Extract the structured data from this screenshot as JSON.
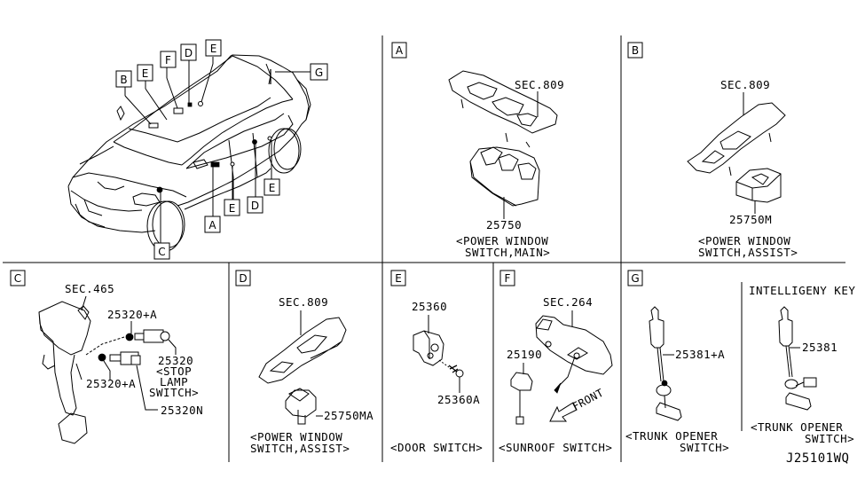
{
  "diagram_code": "J25101WQ",
  "overview": {
    "callouts": [
      "B",
      "E",
      "F",
      "D",
      "E",
      "G",
      "A",
      "E",
      "D",
      "E",
      "C"
    ]
  },
  "panels": {
    "A": {
      "label": "A",
      "ref": "SEC.809",
      "part": "25750",
      "caption_line1": "<POWER WINDOW",
      "caption_line2": "SWITCH,MAIN>"
    },
    "B": {
      "label": "B",
      "ref": "SEC.809",
      "part": "25750M",
      "caption_line1": "<POWER WINDOW",
      "caption_line2": "SWITCH,ASSIST>"
    },
    "C": {
      "label": "C",
      "ref": "SEC.465",
      "part_nut_upper": "25320+A",
      "part_nut_lower": "25320+A",
      "part_switch": "25320",
      "switch_name_1": "<STOP",
      "switch_name_2": "LAMP",
      "switch_name_3": "SWITCH>",
      "part_switch_n": "25320N"
    },
    "D": {
      "label": "D",
      "ref": "SEC.809",
      "part": "25750MA",
      "caption_line1": "<POWER WINDOW",
      "caption_line2": "SWITCH,ASSIST>"
    },
    "E": {
      "label": "E",
      "part": "25360",
      "part_screw": "25360A",
      "caption": "<DOOR SWITCH>"
    },
    "F": {
      "label": "F",
      "ref": "SEC.264",
      "part": "25190",
      "direction": "FRONT",
      "caption": "<SUNROOF SWITCH>"
    },
    "G": {
      "label": "G",
      "part": "25381+A",
      "caption_line1": "<TRUNK OPENER",
      "caption_line2": "SWITCH>",
      "variant_title": "INTELLIGENY KEY",
      "variant_part": "25381",
      "variant_caption_line1": "<TRUNK OPENER",
      "variant_caption_line2": "SWITCH>"
    }
  }
}
